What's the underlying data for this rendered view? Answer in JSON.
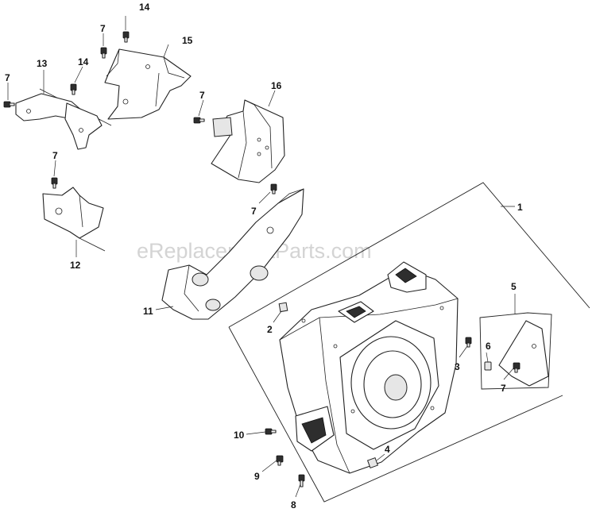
{
  "watermark": "eReplacementParts.com",
  "callouts": {
    "c1": "1",
    "c2": "2",
    "c3": "3",
    "c4": "4",
    "c5": "5",
    "c6": "6",
    "c7a": "7",
    "c7b": "7",
    "c7c": "7",
    "c7d": "7",
    "c7e": "7",
    "c7f": "7",
    "c8": "8",
    "c9": "9",
    "c10": "10",
    "c11": "11",
    "c12": "12",
    "c13": "13",
    "c14a": "14",
    "c14b": "14",
    "c15": "15",
    "c16": "16"
  }
}
